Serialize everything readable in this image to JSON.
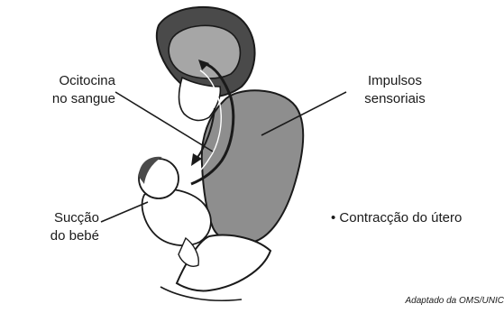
{
  "labels": {
    "oxytocin_line1": "Ocitocina",
    "oxytocin_line2": "no sangue",
    "impulses_line1": "Impulsos",
    "impulses_line2": "sensoriais",
    "suction_line1": "Sucção",
    "suction_line2": "do bebé",
    "uterus": "• Contracção do útero"
  },
  "credit": "Adaptado da OMS/UNIC",
  "colors": {
    "outline": "#1a1a1a",
    "dress": "#8e8e8e",
    "hair": "#4a4a4a",
    "brain": "#a6a6a6",
    "skin": "#ffffff"
  }
}
